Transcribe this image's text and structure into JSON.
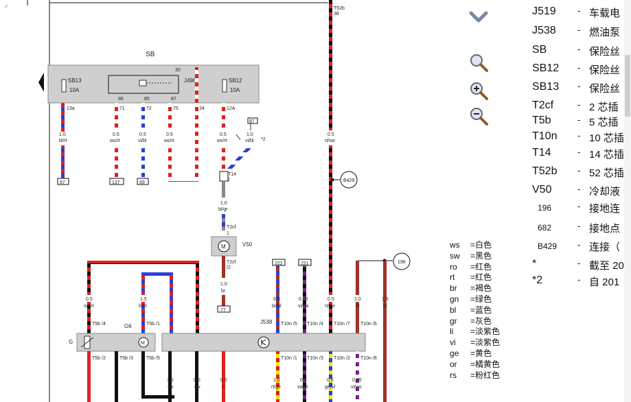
{
  "diagram": {
    "sb_title": "SB",
    "sb13": "SB13",
    "sb13_amp": "10A",
    "sb12": "SB12",
    "sb12_amp": "10A",
    "j496": "J496",
    "relay_pins": [
      "30",
      "86",
      "85",
      "87"
    ],
    "pin_13a": "13a",
    "pin_71": "71",
    "pin_72": "72",
    "pin_75": "75",
    "pin_34": "34",
    "pin_12a": "12A",
    "pin_t52b": "T52b",
    "pin_38": "38",
    "w1": {
      "size": "1.0",
      "color": "bl/rt"
    },
    "w2": {
      "size": "0.5",
      "color": "ws/rt"
    },
    "w3": {
      "size": "0.5",
      "color": "vi/bl"
    },
    "w4": {
      "size": "0.5",
      "color": "ws/rt"
    },
    "w5": {
      "size": "0.5",
      "color": "ws/rt"
    },
    "w6": {
      "size": "1.0",
      "color": "vi/bl"
    },
    "w7": {
      "size": "0.5",
      "color": "rt/sw"
    },
    "conn67": "67",
    "conn137": "137",
    "conn69": "69",
    "conn87": "87",
    "star2": "*2",
    "t14": "T14",
    "pin2": "2",
    "w_blgr": {
      "size": "1.0",
      "color": "bl/gr"
    },
    "t2cf_1": "T2cf",
    "pin1": "1",
    "v50": "V50",
    "m": "M",
    "t2cf_2": "T2cf",
    "pin2b": "/2",
    "w_br": {
      "size": "1.0",
      "color": "br"
    },
    "conn77": "77",
    "b429": "B429",
    "c196": "196",
    "conn222": "222",
    "conn221": "221",
    "j538": "J538",
    "g": "G",
    "g6": "G6",
    "upper_wires": [
      {
        "size": "0.5",
        "color": "sw/rt",
        "pin": "T5b /4"
      },
      {
        "size": "1.5",
        "color": "bl/rt",
        "pin": "T5b /1"
      },
      {
        "size": "0.5",
        "color": "br/bl",
        "pin": "T10n /5"
      },
      {
        "size": "0.35",
        "color": "vi/sw",
        "pin": "T10n /4"
      },
      {
        "size": "0.5",
        "color": "rt/sw",
        "pin": "T10n /7"
      },
      {
        "size": "1.0",
        "color": "br",
        "pin": "T10n /6"
      },
      {
        "size": "1.5",
        "color": "br",
        "pin": ""
      }
    ],
    "lower_pins": [
      "T5b /2",
      "T5b /3",
      "T5b /5",
      "T10n /1",
      "T10n /3",
      "T10n /2",
      "T10n /8"
    ],
    "lower_wires": [
      {
        "size": "1.5",
        "color": "sw"
      },
      {
        "size": "0.5",
        "color": "sw"
      },
      {
        "size": "0.5",
        "color": "rt"
      },
      {
        "size": "1.0",
        "color": "rt/ge"
      },
      {
        "size": "0.5",
        "color": "sw/vi"
      },
      {
        "size": "0.5",
        "color": "ge/bl"
      },
      {
        "size": "0.35",
        "color": "vi/ws"
      }
    ]
  },
  "toolbar": {
    "icons": [
      "chevron-down-icon",
      "search-icon",
      "zoom-in-icon",
      "zoom-out-icon"
    ]
  },
  "legend": [
    {
      "code": "ws",
      "color": "白色"
    },
    {
      "code": "sw",
      "color": "黑色"
    },
    {
      "code": "ro",
      "color": "红色"
    },
    {
      "code": "rt",
      "color": "红色"
    },
    {
      "code": "br",
      "color": "褐色"
    },
    {
      "code": "gn",
      "color": "绿色"
    },
    {
      "code": "bl",
      "color": "蓝色"
    },
    {
      "code": "gr",
      "color": "灰色"
    },
    {
      "code": "li",
      "color": "淡紫色"
    },
    {
      "code": "vi",
      "color": "淡紫色"
    },
    {
      "code": "ge",
      "color": "黄色"
    },
    {
      "code": "or",
      "color": "橘黄色"
    },
    {
      "code": "rs",
      "color": "粉红色"
    }
  ],
  "references": [
    {
      "code": "J519",
      "desc": "车载电"
    },
    {
      "code": "J538",
      "desc": "燃油泵"
    },
    {
      "code": "SB",
      "desc": "保险丝"
    },
    {
      "code": "SB12",
      "desc": "保险丝"
    },
    {
      "code": "SB13",
      "desc": "保险丝"
    },
    {
      "code": "T2cf",
      "desc": "2 芯插"
    },
    {
      "code": "T5b",
      "desc": "5 芯插"
    },
    {
      "code": "T10n",
      "desc": "10 芯插"
    },
    {
      "code": "T14",
      "desc": "14 芯插"
    },
    {
      "code": "T52b",
      "desc": "52 芯插"
    },
    {
      "code": "V50",
      "desc": "冷却液"
    },
    {
      "code": "196",
      "desc": "接地连"
    },
    {
      "code": "682",
      "desc": "接地点"
    },
    {
      "code": "B429",
      "desc": "连接（"
    },
    {
      "code": "*",
      "desc": "截至 20"
    },
    {
      "code": "*2",
      "desc": "自 201"
    }
  ],
  "colors": {
    "red": "#e02020",
    "blue": "#2b3fd6",
    "black": "#111111",
    "brown": "#a0322a",
    "violet": "#7a1f8c",
    "yellow": "#f2e600",
    "gray": "#8a8a8a",
    "box_fill": "#cfcfcf"
  }
}
